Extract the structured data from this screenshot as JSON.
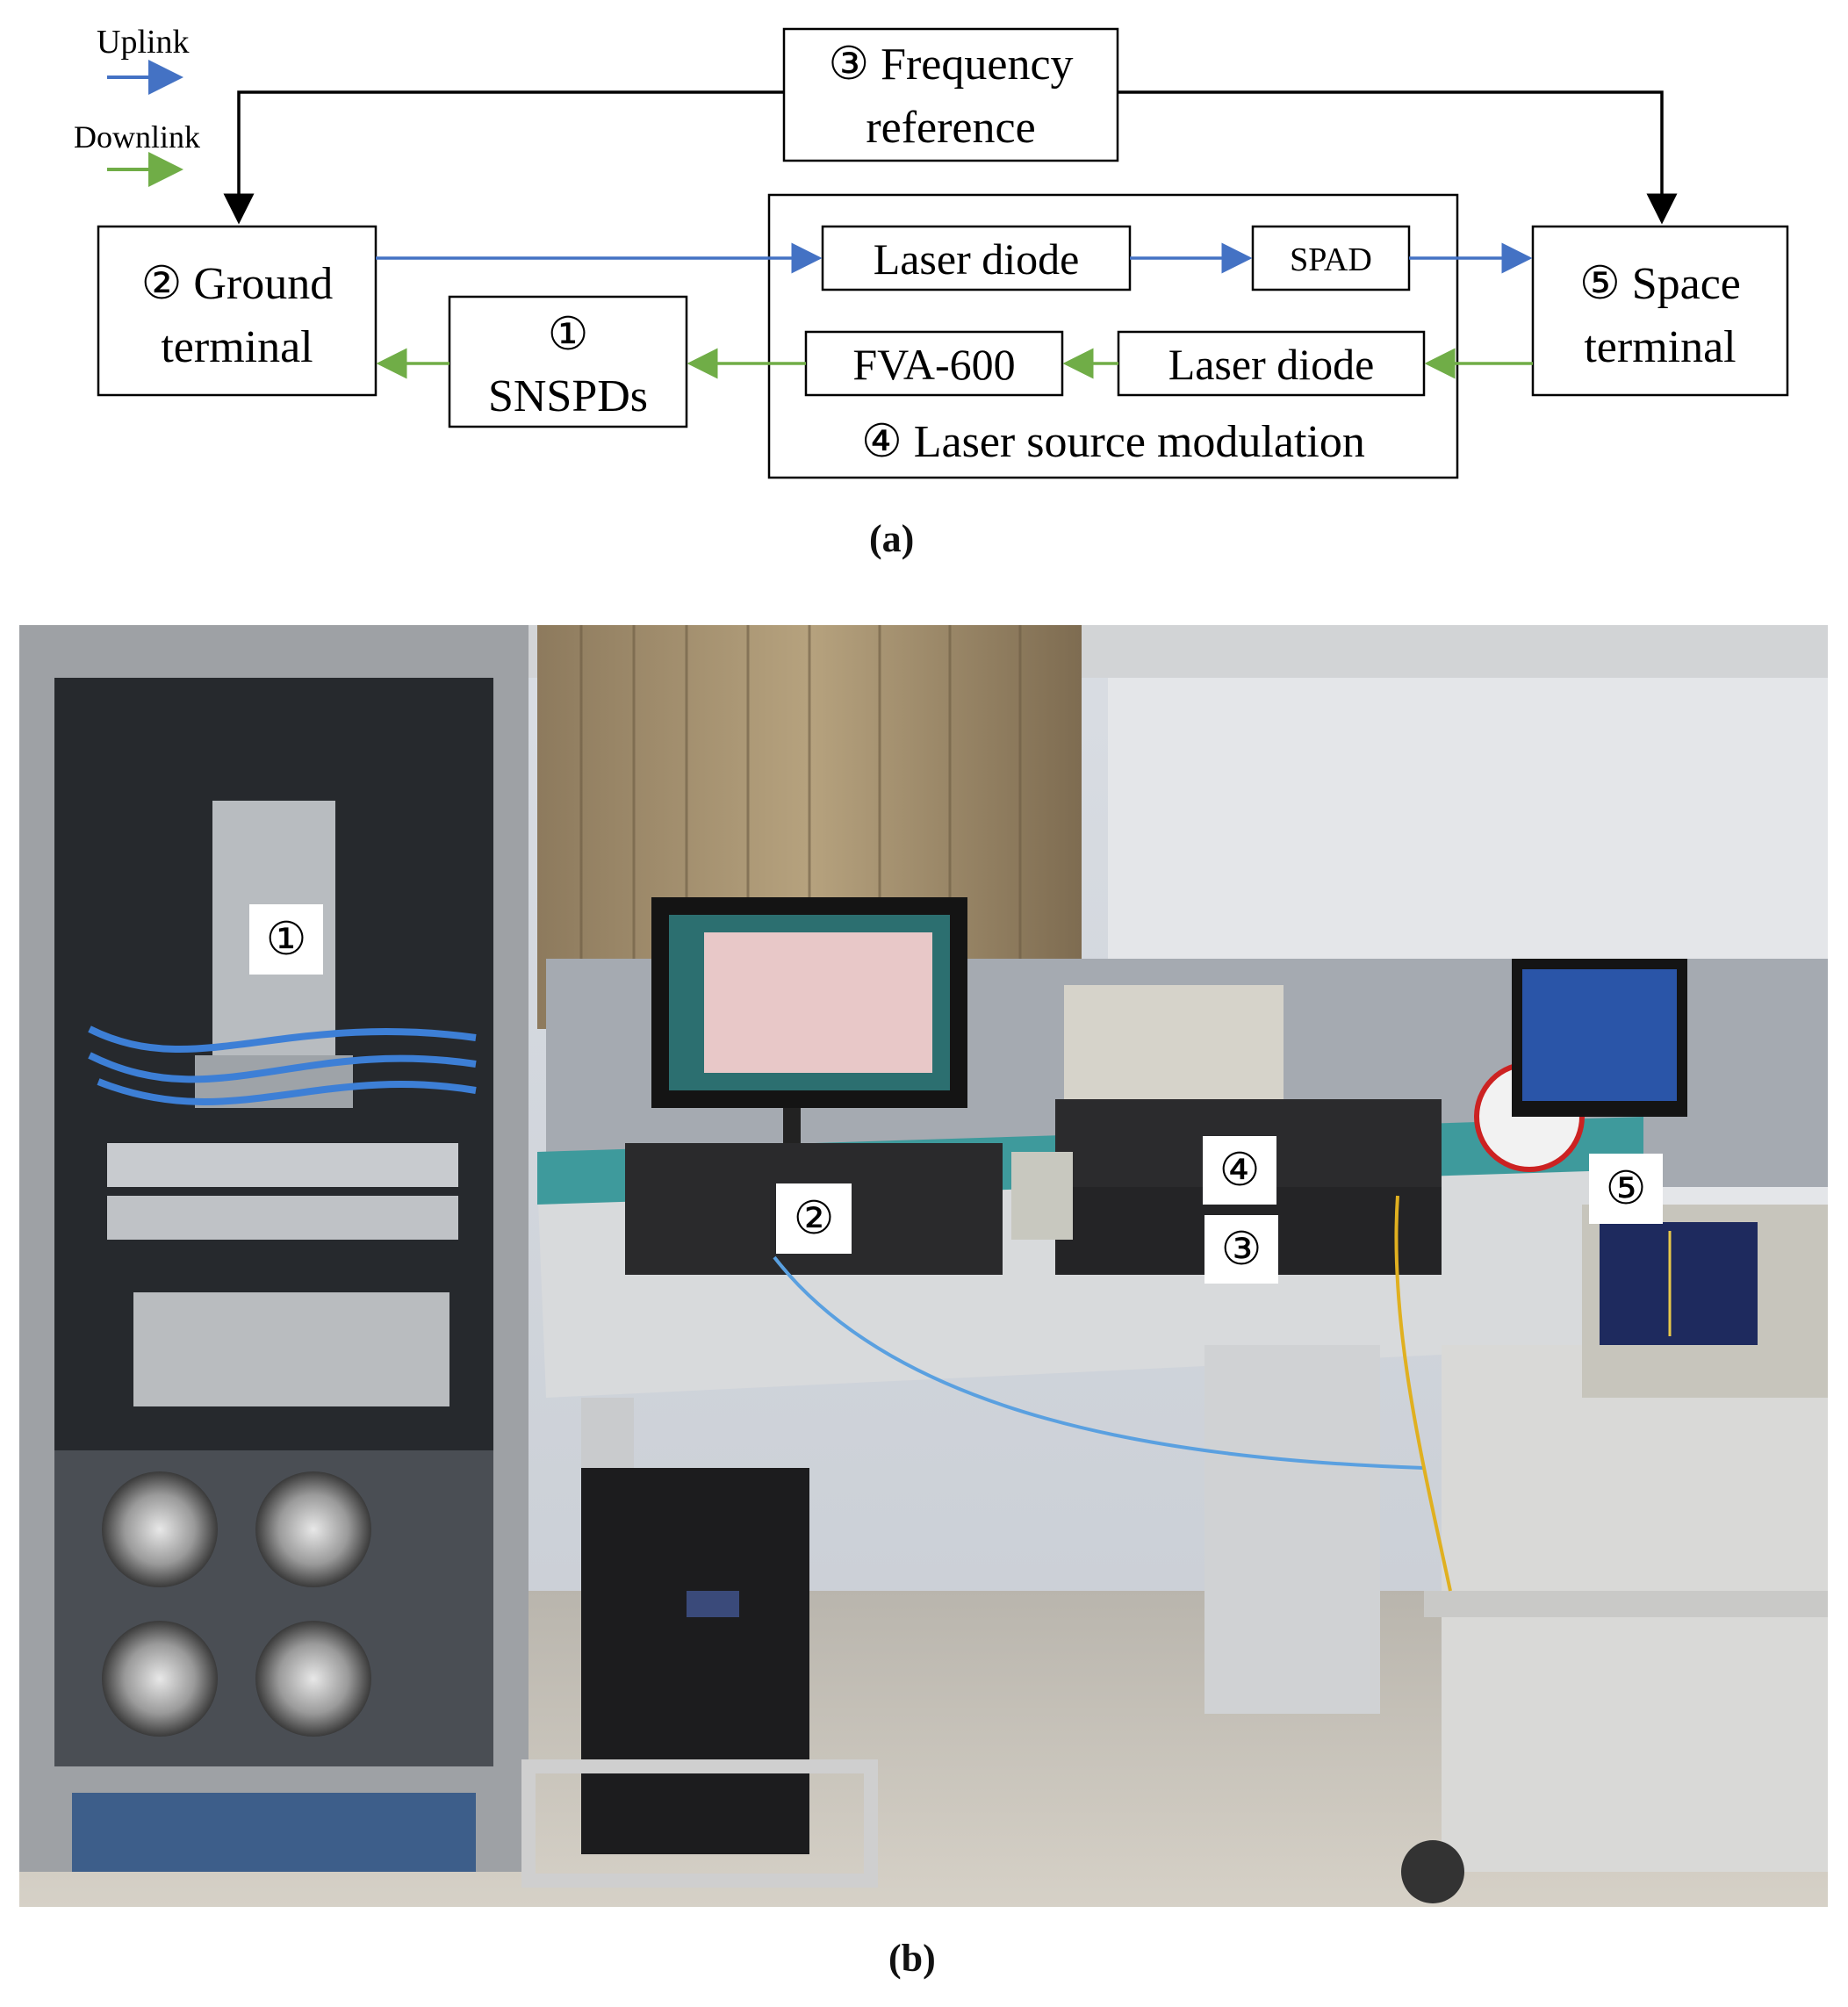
{
  "legend": {
    "uplink": "Uplink",
    "downlink": "Downlink"
  },
  "colors": {
    "uplink": "#4472c4",
    "downlink": "#70ad47",
    "control": "#000000"
  },
  "nodes": {
    "frequency_reference": {
      "line1": "③ Frequency",
      "line2": "reference"
    },
    "ground_terminal": {
      "line1": "② Ground",
      "line2": "terminal"
    },
    "snspds": {
      "line1": "①",
      "line2": "SNSPDs"
    },
    "laser_diode_up": "Laser diode",
    "spad": "SPAD",
    "fva": "FVA-600",
    "laser_diode_down": "Laser diode",
    "laser_source_modulation": "④ Laser source modulation",
    "space_terminal": {
      "line1": "⑤ Space",
      "line2": "terminal"
    }
  },
  "captions": {
    "a": "(a)",
    "b": "(b)"
  },
  "photo_labels": [
    "①",
    "②",
    "③",
    "④",
    "⑤"
  ]
}
